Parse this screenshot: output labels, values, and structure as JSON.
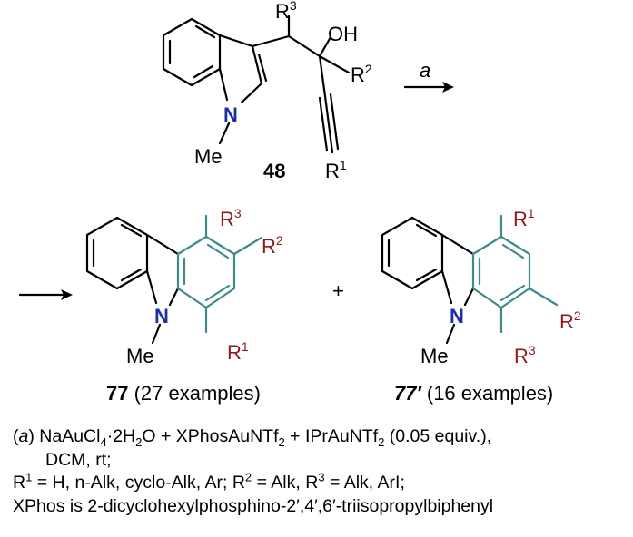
{
  "substrate": {
    "compound_number": "48",
    "n_substituent": "Me",
    "hydroxyl": "OH",
    "r1": "R",
    "r1_sup": "1",
    "r2": "R",
    "r2_sup": "2",
    "r3": "R",
    "r3_sup": "3"
  },
  "reaction": {
    "arrow_label": "a"
  },
  "product_77": {
    "compound_number": "77",
    "count_text": " (27 examples)",
    "n_substituent": "Me",
    "r1": "R",
    "r1_sup": "1",
    "r2": "R",
    "r2_sup": "2",
    "r3": "R",
    "r3_sup": "3"
  },
  "plus_sign": "+",
  "product_77p": {
    "compound_number": "77′",
    "count_text": " (16 examples)",
    "n_substituent": "Me",
    "r1": "R",
    "r1_sup": "1",
    "r2": "R",
    "r2_sup": "2",
    "r3": "R",
    "r3_sup": "3"
  },
  "atom_labels": {
    "nitrogen": "N"
  },
  "conditions": {
    "line1": {
      "label": "(a)",
      "t1": " NaAuCl",
      "s1": "4",
      "t2": "·2H",
      "s2": "2",
      "t3": "O + XPhosAuNTf",
      "s3": "2",
      "t4": " + IPrAuNTf",
      "s4": "2",
      "t5": " (0.05 equiv.),"
    },
    "line2": "DCM, rt;",
    "line3": {
      "t1": "R",
      "s1": "1",
      "t2": " = H, n-Alk, cyclo-Alk, Ar; R",
      "s2": "2",
      "t3": " = Alk, R",
      "s3": "3",
      "t4": " = Alk, ArI;"
    },
    "line4": "XPhos is 2-dicyclohexylphosphino-2′,4′,6′-triisopropylbiphenyl"
  }
}
